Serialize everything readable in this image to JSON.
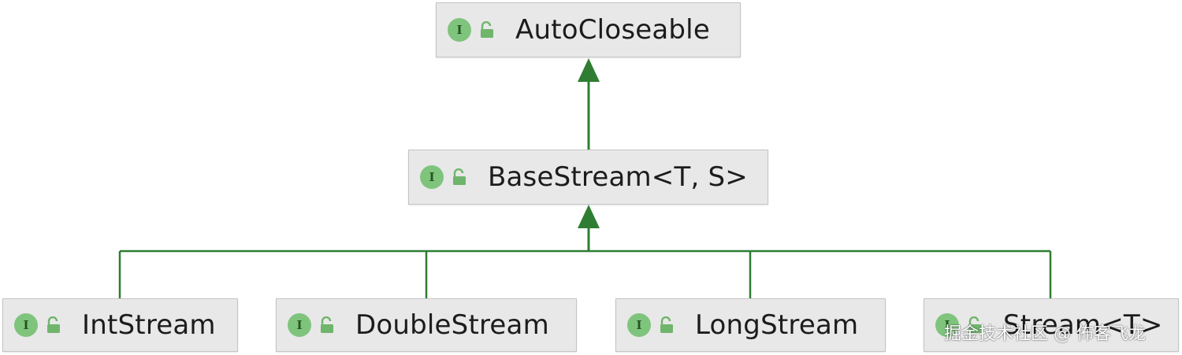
{
  "diagram": {
    "nodes": [
      {
        "id": "autocloseable",
        "badge": "I",
        "label": "AutoCloseable"
      },
      {
        "id": "basestream",
        "badge": "I",
        "label": "BaseStream<T, S>"
      },
      {
        "id": "intstream",
        "badge": "I",
        "label": "IntStream"
      },
      {
        "id": "doublestream",
        "badge": "I",
        "label": "DoubleStream"
      },
      {
        "id": "longstream",
        "badge": "I",
        "label": "LongStream"
      },
      {
        "id": "stream",
        "badge": "I",
        "label": "Stream<T>"
      }
    ],
    "edges": [
      {
        "from": "basestream",
        "to": "autocloseable",
        "type": "extends"
      },
      {
        "from": "intstream",
        "to": "basestream",
        "type": "extends"
      },
      {
        "from": "doublestream",
        "to": "basestream",
        "type": "extends"
      },
      {
        "from": "longstream",
        "to": "basestream",
        "type": "extends"
      },
      {
        "from": "stream",
        "to": "basestream",
        "type": "extends"
      }
    ],
    "colors": {
      "edge": "#2f7d32",
      "node_fill": "#e8e8e8",
      "node_border": "#c4c4c4",
      "badge_fill": "#7fc47d",
      "badge_text": "#23551f",
      "lock": "#6fb56c"
    },
    "icons": {
      "badge": "interface-icon",
      "access": "unlocked-icon"
    }
  },
  "watermark": "掘金技术社区 @ 佈客飞龙"
}
